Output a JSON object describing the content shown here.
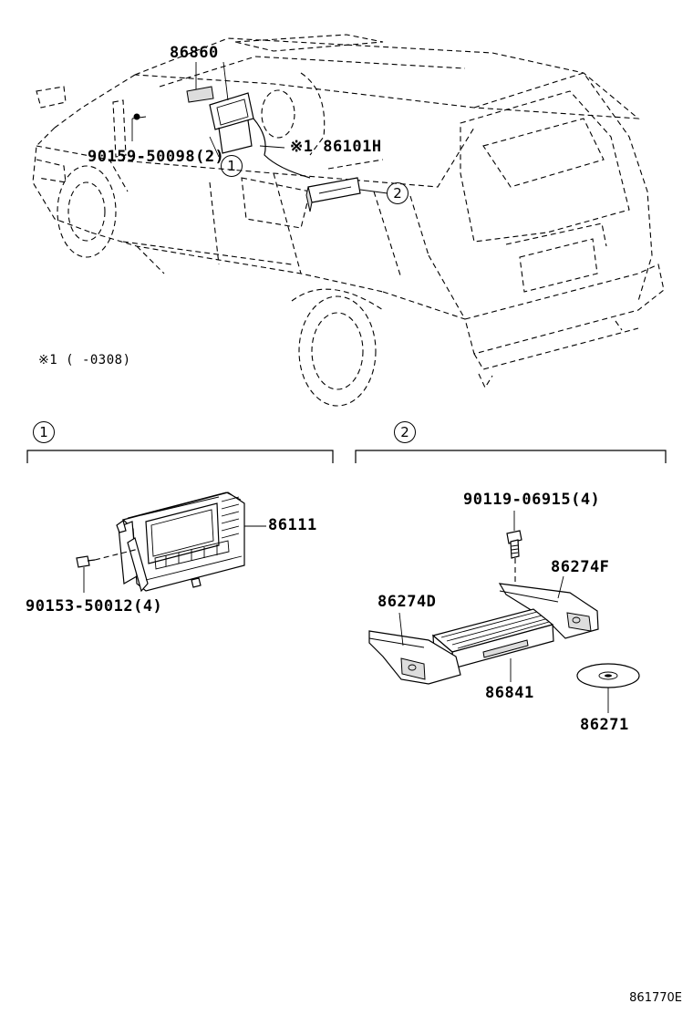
{
  "labels": {
    "p86860": "86860",
    "p90159": "90159-50098(2)",
    "p86101": "※1 86101H",
    "p86111": "86111",
    "p90153": "90153-50012(4)",
    "p90119": "90119-06915(4)",
    "p86274f": "86274F",
    "p86274d": "86274D",
    "p86841": "86841",
    "p86271": "86271"
  },
  "note": "※1 (      -0308)",
  "callouts": {
    "one": "1",
    "two": "2"
  },
  "sections": {
    "one": "1",
    "two": "2"
  },
  "diagram_code": "861770E"
}
